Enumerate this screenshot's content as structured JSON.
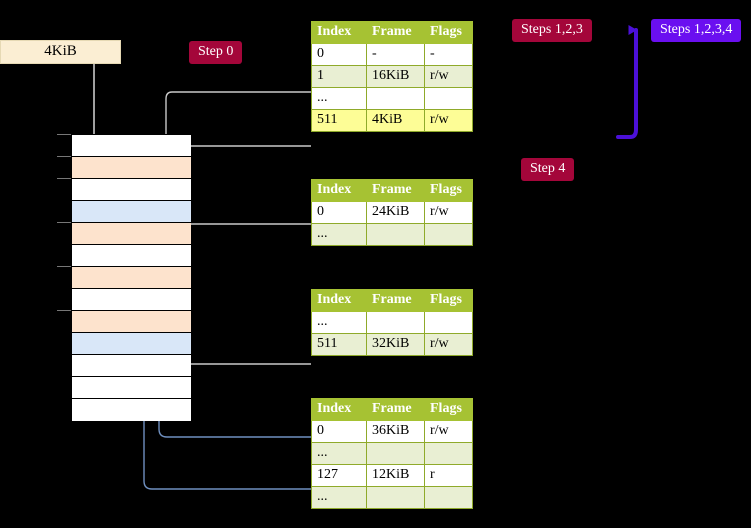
{
  "legend": {
    "size_box": "4KiB"
  },
  "badges": [
    {
      "name": "step-0",
      "label": "Step 0",
      "color": "#a4063a"
    },
    {
      "name": "steps-123",
      "label": "Steps 1,2,3",
      "color": "#a4063a"
    },
    {
      "name": "steps-1234",
      "label": "Steps 1,2,3,4",
      "color": "#6a0ff0"
    },
    {
      "name": "step-4",
      "label": "Step 4",
      "color": "#a4063a"
    }
  ],
  "tables": [
    {
      "name": "page-table-level-1",
      "headers": [
        "Index",
        "Frame",
        "Flags"
      ],
      "rows": [
        {
          "cells": [
            "0",
            "-",
            "-"
          ],
          "style": "plain",
          "highlight": false
        },
        {
          "cells": [
            "1",
            "16KiB",
            "r/w"
          ],
          "style": "alt",
          "highlight": false
        },
        {
          "cells": [
            "...",
            "",
            ""
          ],
          "style": "plain",
          "highlight": false
        },
        {
          "cells": [
            "511",
            "4KiB",
            "r/w"
          ],
          "style": "alt",
          "highlight": true
        }
      ]
    },
    {
      "name": "page-table-level-2",
      "headers": [
        "Index",
        "Frame",
        "Flags"
      ],
      "rows": [
        {
          "cells": [
            "0",
            "24KiB",
            "r/w"
          ],
          "style": "plain",
          "highlight": false
        },
        {
          "cells": [
            "...",
            "",
            ""
          ],
          "style": "alt",
          "highlight": false
        }
      ]
    },
    {
      "name": "page-table-level-3",
      "headers": [
        "Index",
        "Frame",
        "Flags"
      ],
      "rows": [
        {
          "cells": [
            "...",
            "",
            ""
          ],
          "style": "plain",
          "highlight": false
        },
        {
          "cells": [
            "511",
            "32KiB",
            "r/w"
          ],
          "style": "alt",
          "highlight": false
        }
      ]
    },
    {
      "name": "page-table-level-4",
      "headers": [
        "Index",
        "Frame",
        "Flags"
      ],
      "rows": [
        {
          "cells": [
            "0",
            "36KiB",
            "r/w"
          ],
          "style": "plain",
          "highlight": false
        },
        {
          "cells": [
            "...",
            "",
            ""
          ],
          "style": "alt",
          "highlight": false
        },
        {
          "cells": [
            "127",
            "12KiB",
            "r"
          ],
          "style": "plain",
          "highlight": false
        },
        {
          "cells": [
            "...",
            "",
            ""
          ],
          "style": "alt",
          "highlight": false
        }
      ]
    }
  ],
  "memory_column": {
    "name": "physical-memory-column",
    "frames": [
      {
        "fill": "white"
      },
      {
        "fill": "peach"
      },
      {
        "fill": "white"
      },
      {
        "fill": "blue"
      },
      {
        "fill": "peach"
      },
      {
        "fill": "white"
      },
      {
        "fill": "peach"
      },
      {
        "fill": "white"
      },
      {
        "fill": "peach"
      },
      {
        "fill": "blue"
      },
      {
        "fill": "white"
      },
      {
        "fill": "white"
      },
      {
        "fill": "white"
      }
    ]
  },
  "colors": {
    "table_header": "#a6c233",
    "table_alt_row": "#e9efd3",
    "highlight": "#fdfd96",
    "peach_frame": "#fde3cd",
    "blue_frame": "#d9e7f8",
    "legend_box": "#fbeed3",
    "badge_red": "#a4063a",
    "badge_violet": "#6a0ff0",
    "wire_grey": "#c9c9c9",
    "wire_blue": "#6f8fbf",
    "background": "#000000"
  }
}
